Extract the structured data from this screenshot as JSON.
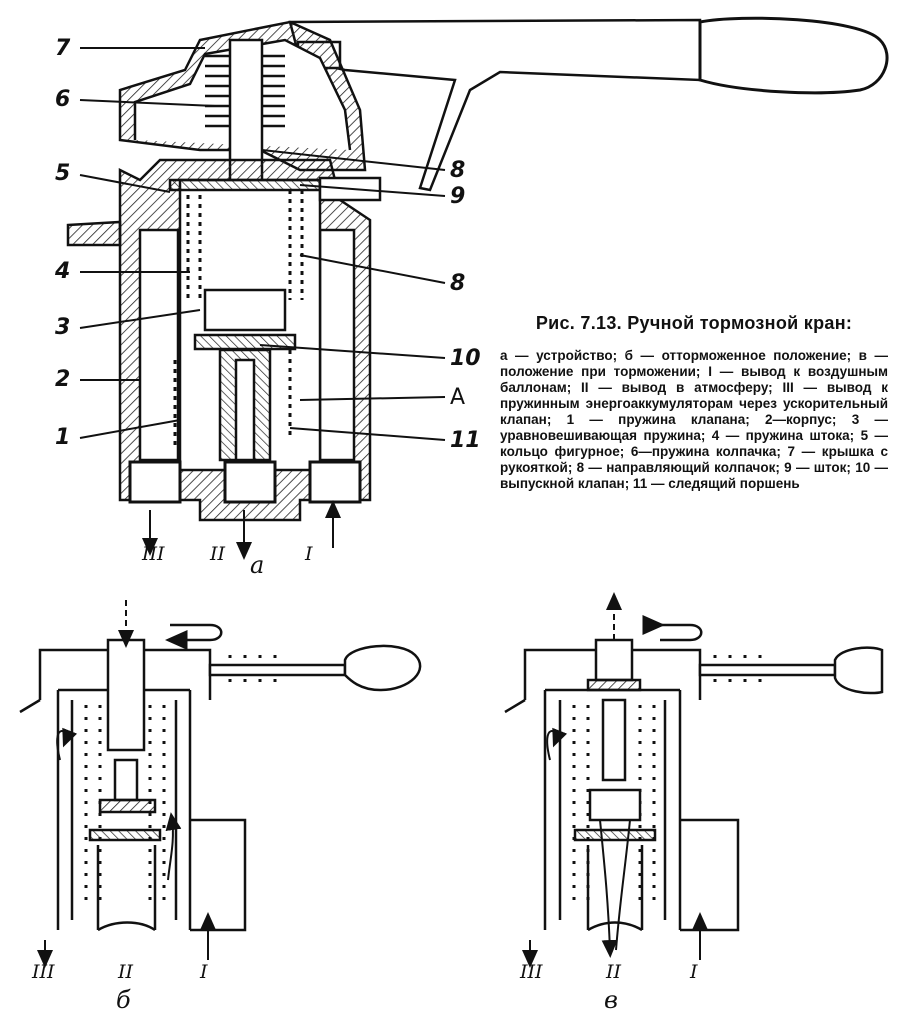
{
  "caption": {
    "title": "Рис. 7.13. Ручной тормозной кран:",
    "body": "а — устройство; б — отторможенное положение; в — положение при торможении; I — вывод к воздушным баллонам; II — вывод в атмосферу; III — вывод к пружинным энергоаккумуляторам через ускорительный клапан; 1 — пружина клапана; 2—корпус; 3 — уравновешивающая пружина; 4 — пружина штока; 5 — кольцо фигурное; 6—пружина колпачка; 7 — крышка с рукояткой; 8 — направляющий колпачок; 9 — шток; 10 — выпускной клапан; 11 — следящий поршень"
  },
  "labels": {
    "n7": "7",
    "n6": "6",
    "n5": "5",
    "n4": "4",
    "n3": "3",
    "n2": "2",
    "n1": "1",
    "n8a": "8",
    "n9": "9",
    "n8b": "8",
    "n10": "10",
    "nA": "A",
    "n11": "11"
  },
  "ports": {
    "a_III": "III",
    "a_II": "II",
    "a_I": "I",
    "b_III": "III",
    "b_II": "II",
    "b_I": "I",
    "c_III": "III",
    "c_II": "II",
    "c_I": "I"
  },
  "subfigures": {
    "a": "а",
    "b": "б",
    "c": "в"
  }
}
